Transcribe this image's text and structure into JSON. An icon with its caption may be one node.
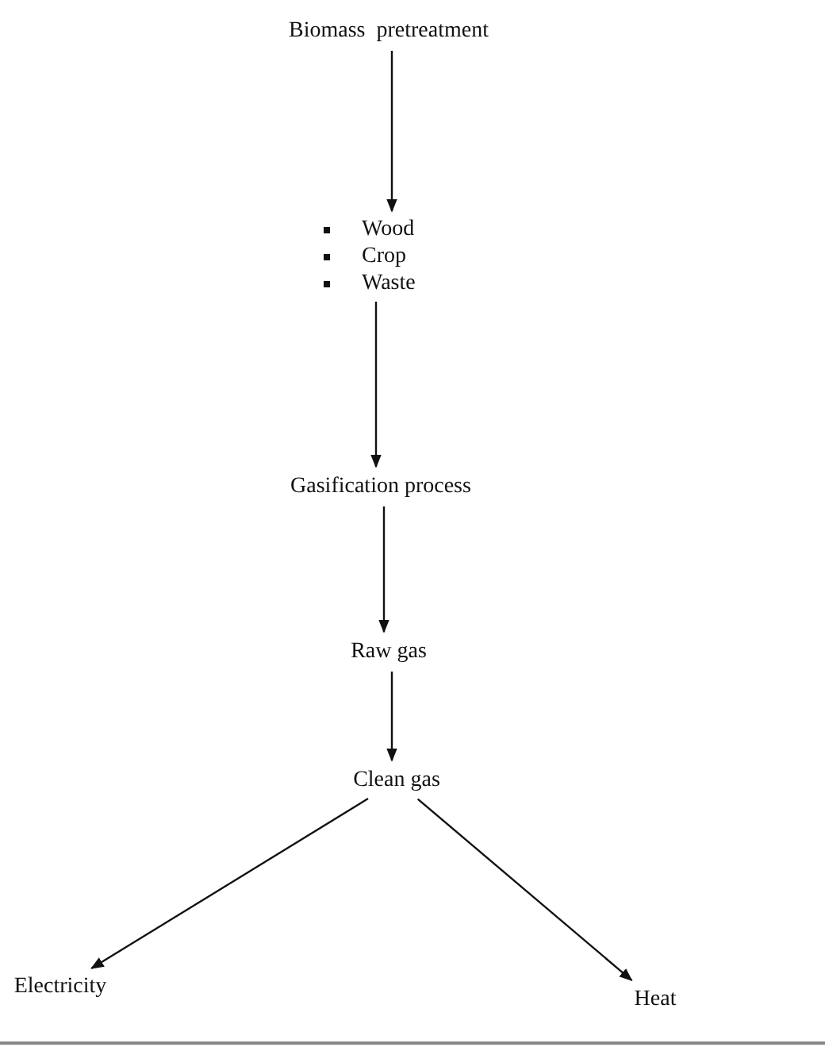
{
  "diagram": {
    "nodes": [
      {
        "text": [
          "Biomass  pretreatment"
        ]
      },
      {
        "text": [
          "Wood",
          "Crop",
          "Waste"
        ]
      },
      {
        "text": [
          "Gasification process"
        ]
      },
      {
        "text": [
          "Raw gas"
        ]
      },
      {
        "text": [
          "Clean gas"
        ]
      },
      {
        "text": [
          "Electricity"
        ]
      },
      {
        "text": [
          "Heat"
        ]
      }
    ],
    "edges": [
      {
        "from": 0,
        "to": 1,
        "arrow": "to"
      },
      {
        "from": 1,
        "to": 2,
        "arrow": "to"
      },
      {
        "from": 2,
        "to": 3,
        "arrow": "to"
      },
      {
        "from": 3,
        "to": 4,
        "arrow": "to"
      },
      {
        "from": 4,
        "to": 5,
        "arrow": "to"
      },
      {
        "from": 4,
        "to": 6,
        "arrow": "to"
      }
    ]
  }
}
